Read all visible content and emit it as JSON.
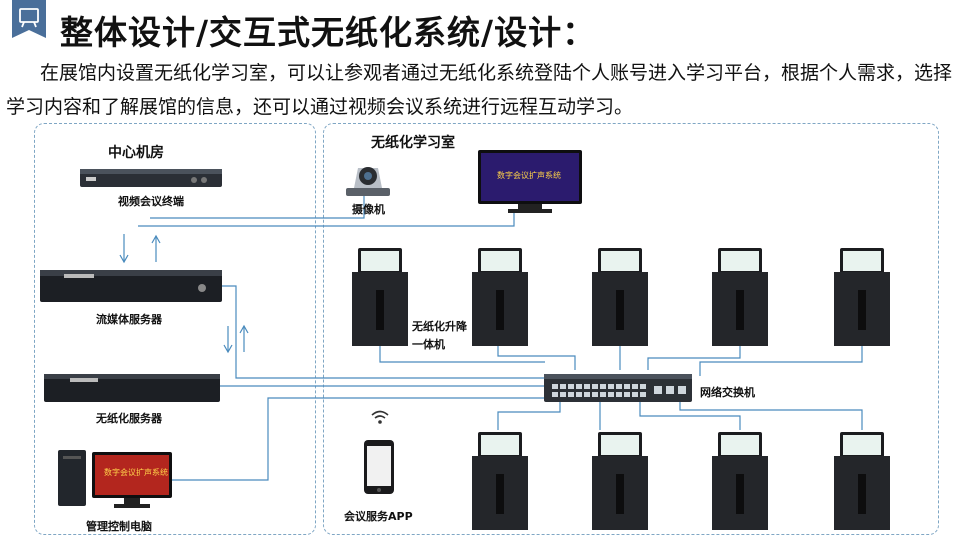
{
  "header": {
    "title": "整体设计/交互式无纸化系统/设计：",
    "badge_icon": "meeting-room-icon"
  },
  "intro_text": "在展馆内设置无纸化学习室，可以让参观者通过无纸化系统登陆个人账号进入学习平台，根据个人需求，选择学习内容和了解展馆的信息，还可以通过视频会议系统进行远程互动学习。",
  "zones": {
    "center": {
      "label": "中心机房"
    },
    "room": {
      "label": "无纸化学习室"
    }
  },
  "devices": {
    "video_terminal": {
      "label": "视频会议终端",
      "icon": "video-terminal-icon"
    },
    "stream_server": {
      "label": "流媒体服务器",
      "icon": "rack-server-icon"
    },
    "paperless_server": {
      "label": "无纸化服务器",
      "icon": "rack-server-icon"
    },
    "control_pc": {
      "label": "管理控制电脑",
      "icon": "desktop-pc-icon",
      "screen_text": "数字会议扩声系统"
    },
    "camera": {
      "label": "摄像机",
      "icon": "ptz-camera-icon"
    },
    "display": {
      "label": "",
      "icon": "display-icon",
      "screen_text": "数字会议扩声系统"
    },
    "lift_terminal": {
      "label": "无纸化升降\n一体机",
      "label_line1": "无纸化升降",
      "label_line2": "一体机",
      "icon": "lift-terminal-icon"
    },
    "switch": {
      "label": "网络交换机",
      "icon": "network-switch-icon"
    },
    "app": {
      "label": "会议服务APP",
      "icon": "smartphone-icon",
      "wifi_icon": "wifi-icon"
    }
  },
  "colors": {
    "wire": "#4a8bbd",
    "zone_border": "#7fa6c4",
    "badge": "#4a6f9a"
  }
}
